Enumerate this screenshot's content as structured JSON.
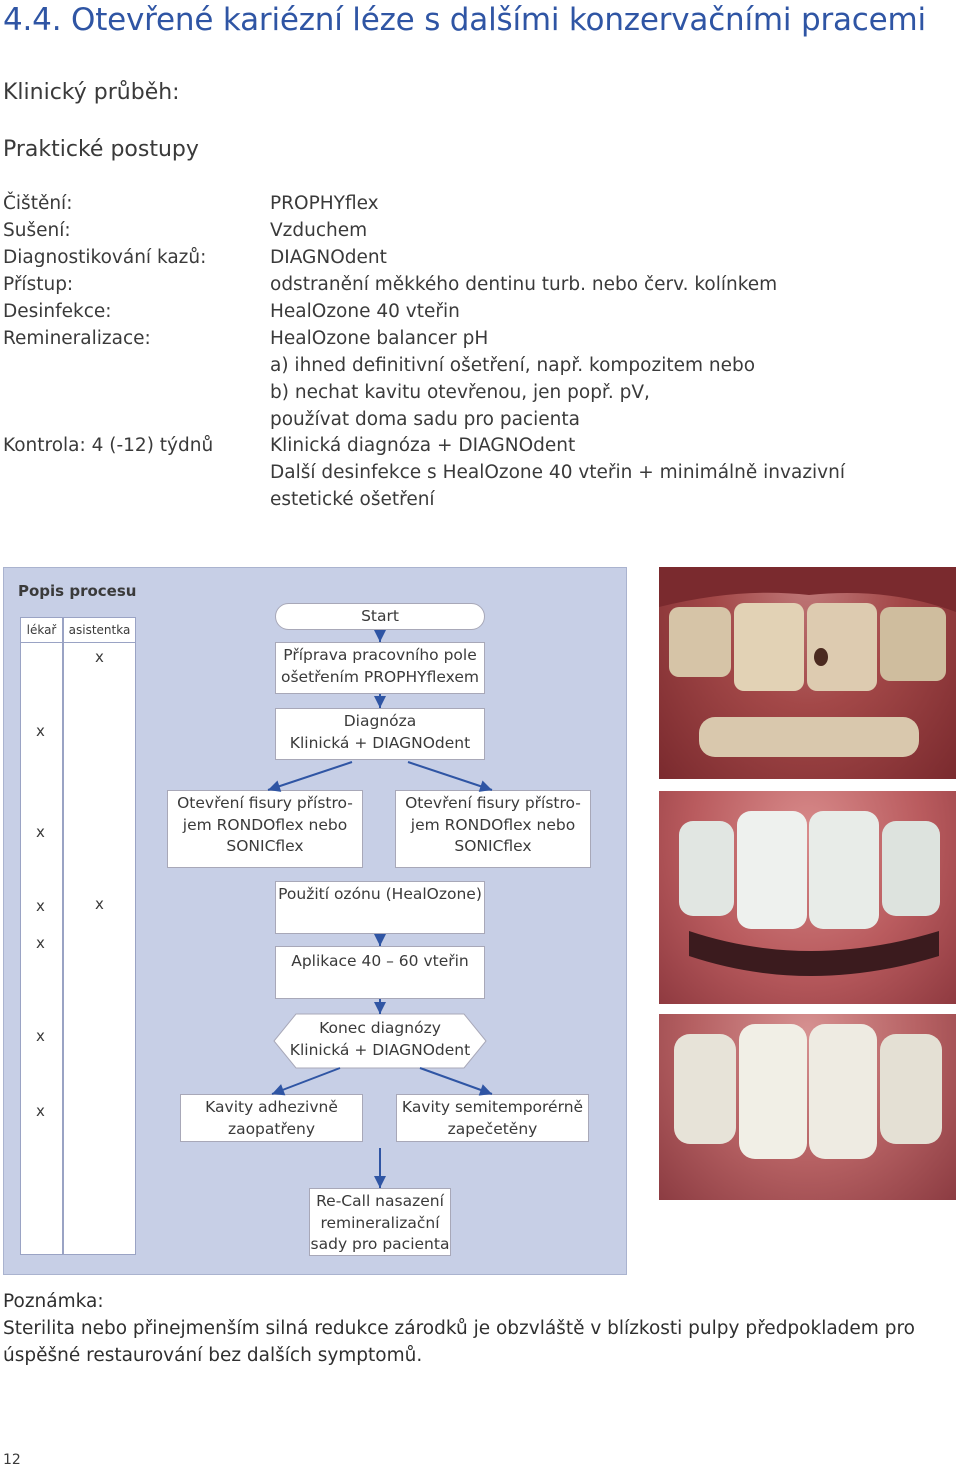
{
  "heading": "4.4. Otevřené kariézní léze s dalšími  konzervačními pracemi",
  "clinical_course": "Klinický průběh:",
  "practical": "Praktické postupy",
  "procedures": [
    {
      "label": "Čištění:",
      "value": "PROPHYflex"
    },
    {
      "label": "Sušení:",
      "value": "Vzduchem"
    },
    {
      "label": "Diagnostikování kazů:",
      "value": "DIAGNOdent"
    },
    {
      "label": "Přístup:",
      "value": "odstranění měkkého dentinu turb. nebo červ. kolínkem"
    },
    {
      "label": "Desinfekce:",
      "value": "HealOzone 40 vteřin"
    },
    {
      "label": "Remineralizace:",
      "value": "HealOzone balancer pH"
    },
    {
      "label": "",
      "value": "a)  ihned definitivní ošetření, např. kompozitem nebo"
    },
    {
      "label": "",
      "value": "b) nechat kavitu otevřenou, jen popř. pV,"
    },
    {
      "label": "",
      "value": "používat doma sadu pro pacienta"
    },
    {
      "label": "Kontrola: 4 (-12) týdnů",
      "value": "Klinická diagnóza + DIAGNOdent"
    },
    {
      "label": "",
      "value": "Další desinfekce s HealOzone 40 vteřin + minimálně invazivní"
    },
    {
      "label": "",
      "value": "estetické ošetření"
    }
  ],
  "flow": {
    "title": "Popis procesu",
    "col_doctor": "lékař",
    "col_assistant": "asistentka",
    "mark": "x",
    "start": "Start",
    "prep": [
      "Příprava pracovního pole",
      "ošetřením PROPHYflexem"
    ],
    "diagnosis": [
      "Diagnóza",
      "Klinická + DIAGNOdent"
    ],
    "open_left": [
      "Otevření fisury přístro-",
      "jem RONDOflex nebo",
      "SONICflex"
    ],
    "open_right": [
      "Otevření fisury přístro-",
      "jem RONDOflex nebo",
      "SONICflex"
    ],
    "ozone": [
      "Použití ozónu (HealOzone)"
    ],
    "apply": [
      "Aplikace 40 – 60 vteřin"
    ],
    "end_diag": [
      "Konec diagnózy",
      "Klinická + DIAGNOdent"
    ],
    "cav_adhesive": [
      "Kavity adhezivně",
      "zaopatřeny"
    ],
    "cav_semi": [
      "Kavity semitemporérně",
      "zapečetěny"
    ],
    "recall": [
      "Re-Call nasazení",
      "remineralizační",
      "sady pro pacienta"
    ],
    "arrow_color": "#2f55a4"
  },
  "note": {
    "label": "Poznámka:",
    "line1": "Sterilita nebo přinejmenším silná redukce zárodků je obzvláště v blízkosti pulpy předpokladem pro",
    "line2": "úspěšné restaurování bez dalších symptomů."
  },
  "page_number": "12",
  "colors": {
    "heading": "#2f55a4",
    "panel": "#c7cfe6"
  }
}
